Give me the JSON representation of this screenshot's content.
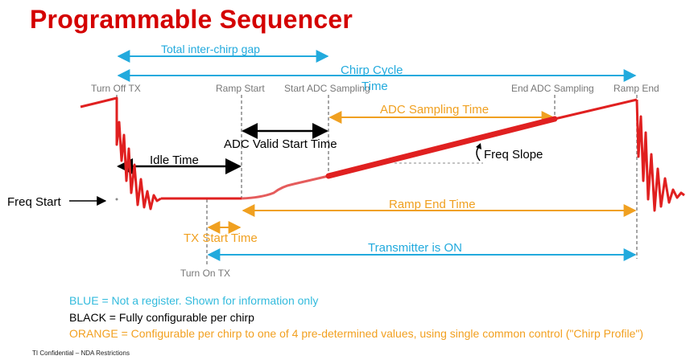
{
  "title": "Programmable Sequencer",
  "colors": {
    "red": "#e02020",
    "blue": "#22aadd",
    "orange": "#f0a020",
    "black": "#000000",
    "grey": "#888888"
  },
  "markers": {
    "turn_off_tx": "Turn Off TX",
    "ramp_start": "Ramp Start",
    "start_adc_sampling": "Start ADC Sampling",
    "end_adc_sampling": "End ADC Sampling",
    "ramp_end": "Ramp End",
    "turn_on_tx": "Turn On TX"
  },
  "spans": {
    "total_inter_chirp_gap": "Total inter-chirp gap",
    "chirp_cycle_time_line1": "Chirp Cycle",
    "chirp_cycle_time_line2": "Time",
    "adc_sampling_time": "ADC Sampling Time",
    "adc_valid_start_time": "ADC Valid Start Time",
    "idle_time": "Idle Time",
    "freq_slope": "Freq Slope",
    "freq_start": "Freq Start",
    "ramp_end_time": "Ramp End Time",
    "tx_start_time": "TX Start Time",
    "transmitter_on": "Transmitter is ON"
  },
  "legend": {
    "blue": "BLUE = Not a register. Shown for information only",
    "black": "BLACK = Fully configurable per chirp",
    "orange": "ORANGE = Configurable per chirp to one of 4 pre-determined values, using single common control (\"Chirp Profile\")"
  },
  "footer": "TI Confidential – NDA Restrictions"
}
